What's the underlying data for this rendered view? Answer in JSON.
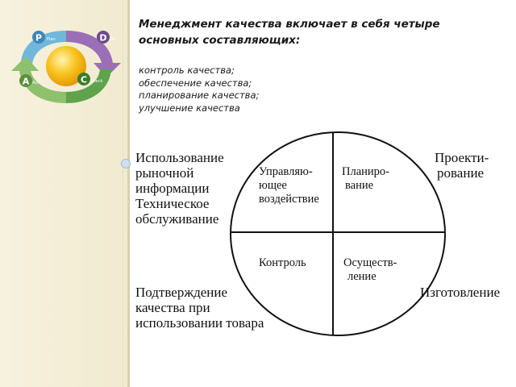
{
  "heading": {
    "line1": "Менеджмент качества включает в себя четыре",
    "line2": "основных составляющих:"
  },
  "components": [
    "контроль качества;",
    "обеспечение качества;",
    "планирование качества;",
    "улучшение качества"
  ],
  "pdca": {
    "plan": "Plan",
    "do": "Do",
    "check": "Check",
    "act": "Act",
    "colors": {
      "plan": "#6fb8dc",
      "do": "#9b6fb7",
      "check": "#5fa34c",
      "act": "#8fc06e",
      "sun": "#f7c21b"
    }
  },
  "circle": {
    "top_left": [
      "Управляю-",
      "ющее",
      "воздействие"
    ],
    "top_right": [
      "Планиро-",
      "вание"
    ],
    "bottom_left": [
      "Контроль"
    ],
    "bottom_right": [
      "Осуществ-",
      "ление"
    ]
  },
  "outer": {
    "left_top": [
      "Использование",
      "рыночной",
      "информации",
      "Техническое",
      "обслуживание"
    ],
    "right_top": [
      "Проекти-",
      "рование"
    ],
    "left_bottom": [
      "Подтверждение",
      "качества при",
      "использовании товара"
    ],
    "right_bottom": [
      "Изготовление"
    ]
  }
}
